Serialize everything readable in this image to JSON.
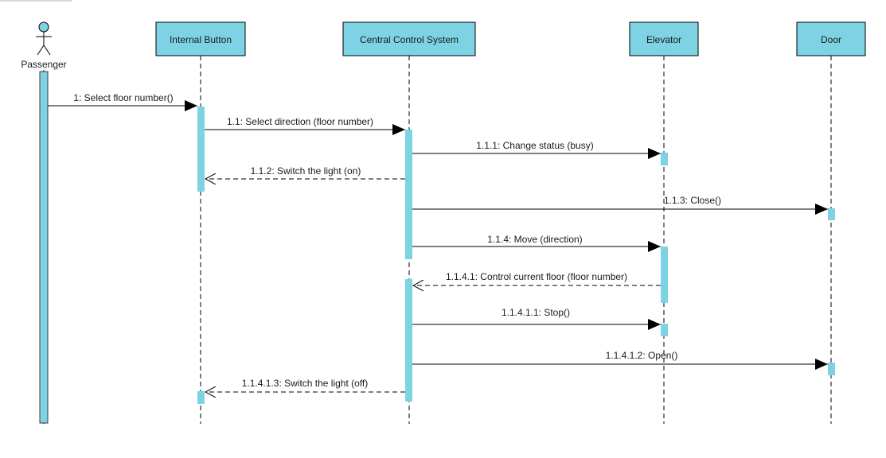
{
  "colors": {
    "header_fill": "#7dd3e3",
    "activation_fill": "#7dd3e3",
    "line": "#000000",
    "text": "#1a1a1a"
  },
  "actor": {
    "name": "Passenger",
    "icon": "stick-figure-actor-icon"
  },
  "lifelines": [
    {
      "id": "internal-button",
      "label": "Internal Button"
    },
    {
      "id": "central-control-system",
      "label": "Central Control System"
    },
    {
      "id": "elevator",
      "label": "Elevator"
    },
    {
      "id": "door",
      "label": "Door"
    }
  ],
  "messages": [
    {
      "id": "m1",
      "label": "1: Select floor number()",
      "kind": "sync"
    },
    {
      "id": "m2",
      "label": "1.1: Select direction (floor number)",
      "kind": "sync"
    },
    {
      "id": "m3",
      "label": "1.1.1: Change status (busy)",
      "kind": "sync"
    },
    {
      "id": "m4",
      "label": "1.1.2: Switch the light (on)",
      "kind": "return"
    },
    {
      "id": "m5",
      "label": "1.1.3: Close()",
      "kind": "sync"
    },
    {
      "id": "m6",
      "label": "1.1.4: Move (direction)",
      "kind": "sync"
    },
    {
      "id": "m7",
      "label": "1.1.4.1: Control current floor (floor number)",
      "kind": "return"
    },
    {
      "id": "m8",
      "label": "1.1.4.1.1: Stop()",
      "kind": "sync"
    },
    {
      "id": "m9",
      "label": "1.1.4.1.2: Open()",
      "kind": "sync"
    },
    {
      "id": "m10",
      "label": "1.1.4.1.3: Switch the light (off)",
      "kind": "return"
    }
  ]
}
